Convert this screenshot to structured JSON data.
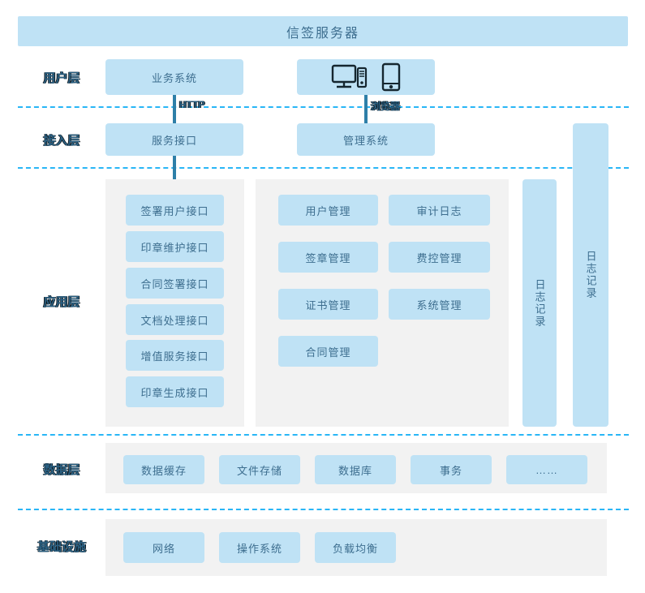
{
  "header": {
    "title": "信签服务器"
  },
  "layers": [
    {
      "id": "user",
      "label": "用户层"
    },
    {
      "id": "access",
      "label": "接入层"
    },
    {
      "id": "app",
      "label": "应用层"
    },
    {
      "id": "data",
      "label": "数据层"
    },
    {
      "id": "infra",
      "label": "基础设施"
    }
  ],
  "user_layer": {
    "business_system": "业务系统",
    "client_icons": [
      "desktop-computer-icon",
      "mobile-phone-icon"
    ]
  },
  "connectors": [
    {
      "from": "业务系统",
      "to": "服务接口",
      "label": "HTTP"
    },
    {
      "from": "客户端",
      "to": "管理系统",
      "label": "浏览器"
    },
    {
      "from": "服务接口",
      "to": "应用层",
      "label": ""
    }
  ],
  "access_layer": {
    "service_interface": "服务接口",
    "management_system": "管理系统"
  },
  "app_layer": {
    "interfaces": [
      "签署用户接口",
      "印章维护接口",
      "合同签署接口",
      "文档处理接口",
      "增值服务接口",
      "印章生成接口"
    ],
    "modules_left": [
      "用户管理",
      "签章管理",
      "证书管理",
      "合同管理"
    ],
    "modules_right": [
      "审计日志",
      "费控管理",
      "系统管理"
    ]
  },
  "log_columns": [
    {
      "label": "日志记录"
    },
    {
      "label": "日志记录"
    }
  ],
  "data_layer": {
    "items": [
      "数据缓存",
      "文件存储",
      "数据库",
      "事务",
      "……"
    ]
  },
  "infra_layer": {
    "items": [
      "网络",
      "操作系统",
      "负载均衡"
    ]
  },
  "colors": {
    "box_fill": "#bfe2f5",
    "panel_fill": "#f2f2f2",
    "text": "#3d6e8f",
    "label_text": "#2b6183",
    "divider": "#29b6f6",
    "arrow": "#2e7fa8",
    "background": "#ffffff"
  }
}
